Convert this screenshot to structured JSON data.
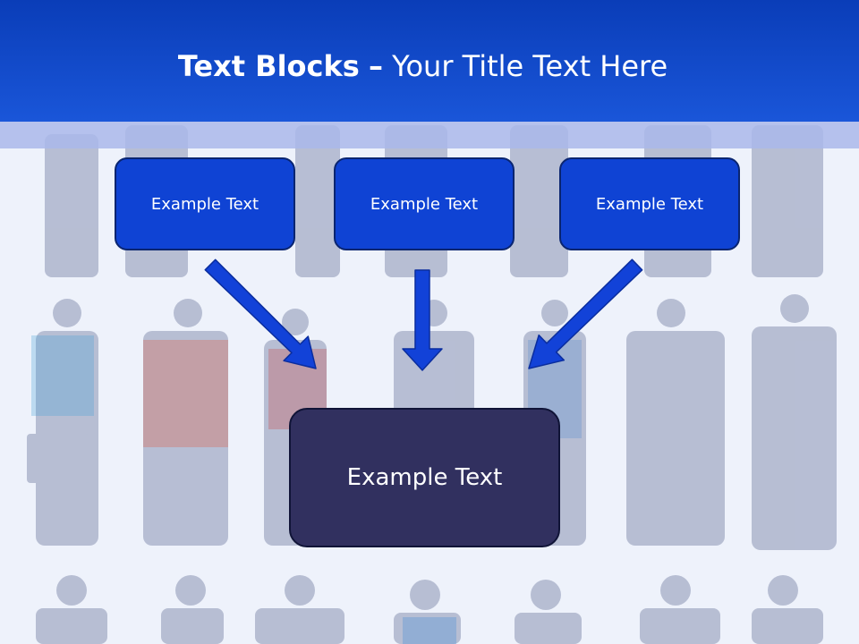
{
  "slide": {
    "title_bold": "Text Blocks",
    "title_dash": "–",
    "title_rest": "Your Title Text Here"
  },
  "blocks": {
    "top": [
      "Example Text",
      "Example Text",
      "Example Text"
    ],
    "main": "Example Text"
  },
  "colors": {
    "header": "#1a56d9",
    "box_small": "#0f43d4",
    "box_main": "#31305f",
    "arrow": "#1242d8",
    "arrow_outline": "#0a2d9e"
  }
}
